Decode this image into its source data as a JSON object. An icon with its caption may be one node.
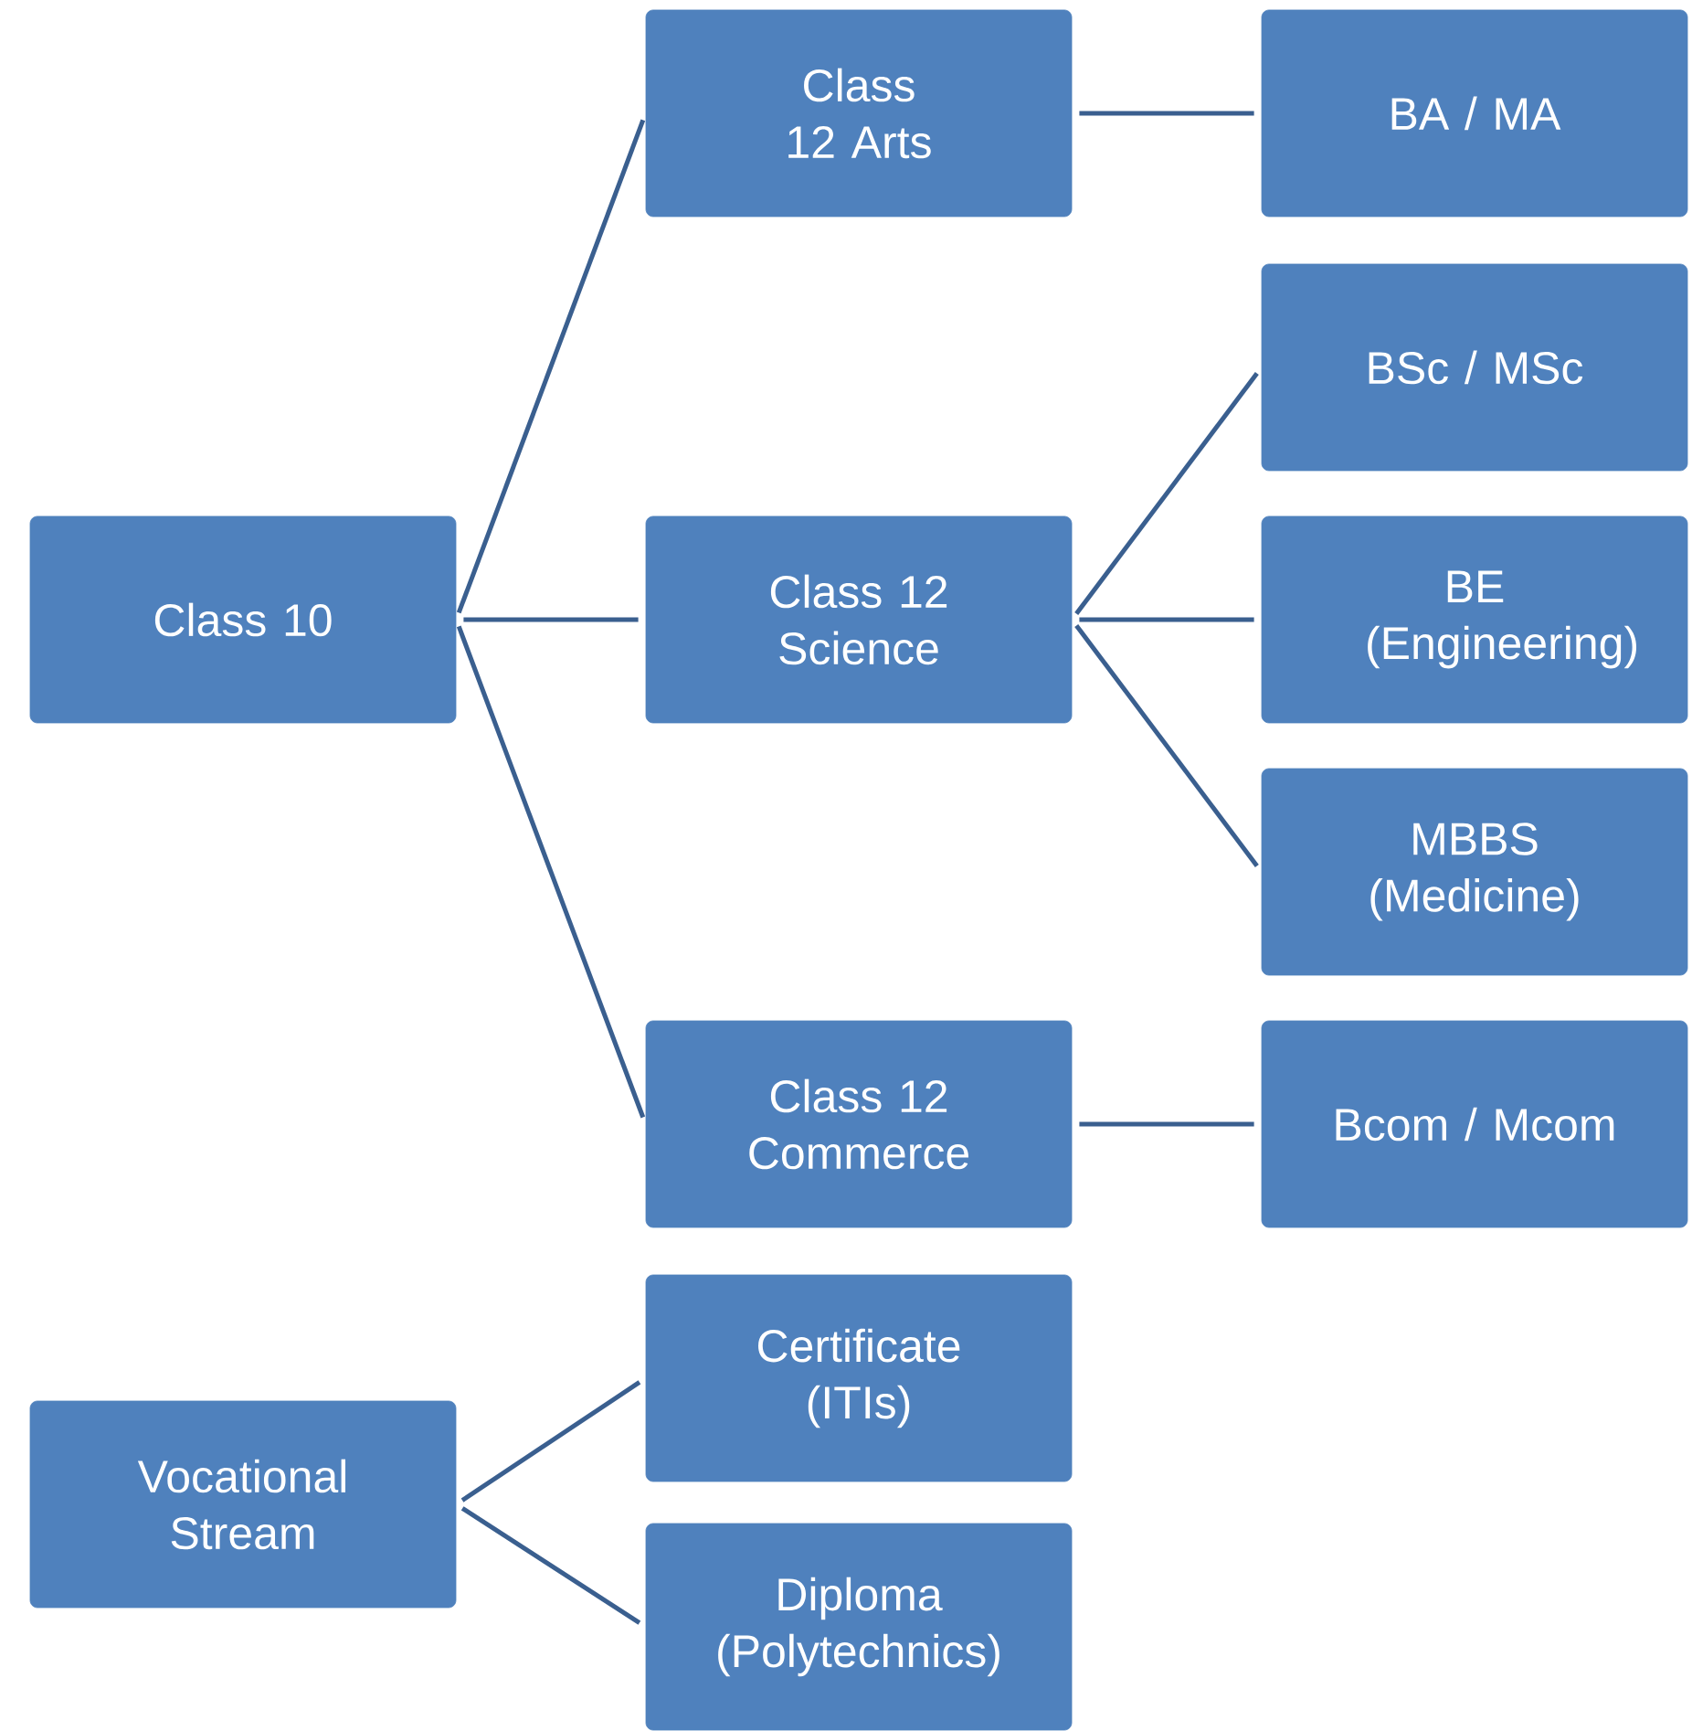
{
  "diagram": {
    "nodes": [
      {
        "text": [
          "Class 10"
        ]
      },
      {
        "text": [
          "Class 12 Arts"
        ]
      },
      {
        "text": [
          "BA / MA"
        ]
      },
      {
        "text": [
          "Class 12 Science"
        ]
      },
      {
        "text": [
          "BSc / MSc"
        ]
      },
      {
        "text": [
          "BE (Engineering)"
        ]
      },
      {
        "text": [
          "MBBS (Medicine)"
        ]
      },
      {
        "text": [
          "Class 12 Commerce"
        ]
      },
      {
        "text": [
          "Bcom / Mcom"
        ]
      },
      {
        "text": [
          "Vocational Stream"
        ]
      },
      {
        "text": [
          "Certificate (ITIs)"
        ]
      },
      {
        "text": [
          "Diploma (Polytechnics)"
        ]
      }
    ],
    "edges": [
      {
        "from": 0,
        "to": 1,
        "arrow": "none"
      },
      {
        "from": 0,
        "to": 3,
        "arrow": "none"
      },
      {
        "from": 0,
        "to": 7,
        "arrow": "none"
      },
      {
        "from": 1,
        "to": 2,
        "arrow": "none"
      },
      {
        "from": 3,
        "to": 4,
        "arrow": "none"
      },
      {
        "from": 3,
        "to": 5,
        "arrow": "none"
      },
      {
        "from": 3,
        "to": 6,
        "arrow": "none"
      },
      {
        "from": 7,
        "to": 8,
        "arrow": "none"
      },
      {
        "from": 9,
        "to": 10,
        "arrow": "none"
      },
      {
        "from": 9,
        "to": 11,
        "arrow": "none"
      }
    ]
  }
}
